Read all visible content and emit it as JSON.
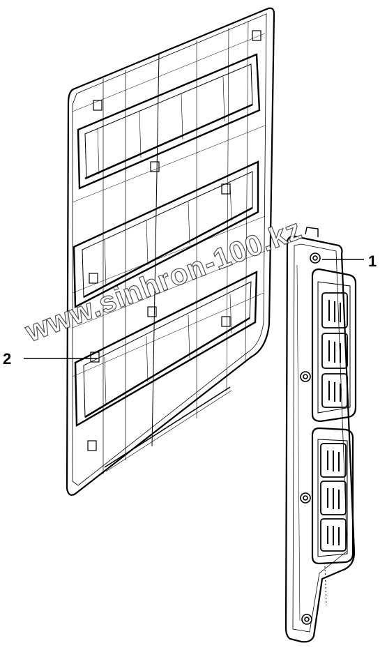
{
  "callouts": [
    {
      "label": "1",
      "part": "lining-panel"
    },
    {
      "label": "2",
      "part": "door-panel"
    }
  ],
  "watermark": "www.sinhron-100.kz",
  "colors": {
    "line": "#000000",
    "background": "#ffffff",
    "watermark_outline": "#333333"
  }
}
